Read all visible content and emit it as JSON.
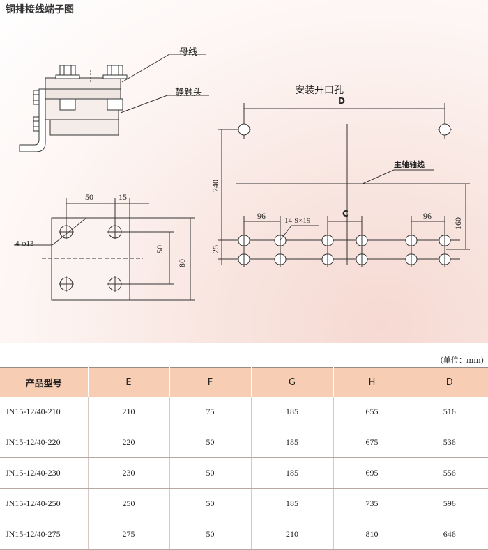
{
  "page": {
    "title": "铜排接线端子图",
    "unit_note": "(单位：mm)"
  },
  "labels": {
    "busbar": "母线",
    "static_contact": "静触头",
    "mount_hole_title": "安装开口孔",
    "main_axis": "主轴轴线",
    "hole_spec": "4-φ13",
    "slot_spec": "14-9×19"
  },
  "dimensions": {
    "d50_top": "50",
    "d15": "15",
    "d50_side": "50",
    "d80": "80",
    "D": "D",
    "d240": "240",
    "d25": "25",
    "d96_left": "96",
    "C": "C",
    "d96_right": "96",
    "d160": "160"
  },
  "table": {
    "headers": [
      "产品型号",
      "E",
      "F",
      "G",
      "H",
      "D"
    ],
    "rows": [
      [
        "JN15-12/40-210",
        "210",
        "75",
        "185",
        "655",
        "516"
      ],
      [
        "JN15-12/40-220",
        "220",
        "50",
        "185",
        "675",
        "536"
      ],
      [
        "JN15-12/40-230",
        "230",
        "50",
        "185",
        "695",
        "556"
      ],
      [
        "JN15-12/40-250",
        "250",
        "50",
        "185",
        "735",
        "596"
      ],
      [
        "JN15-12/40-275",
        "275",
        "50",
        "210",
        "810",
        "646"
      ]
    ]
  }
}
